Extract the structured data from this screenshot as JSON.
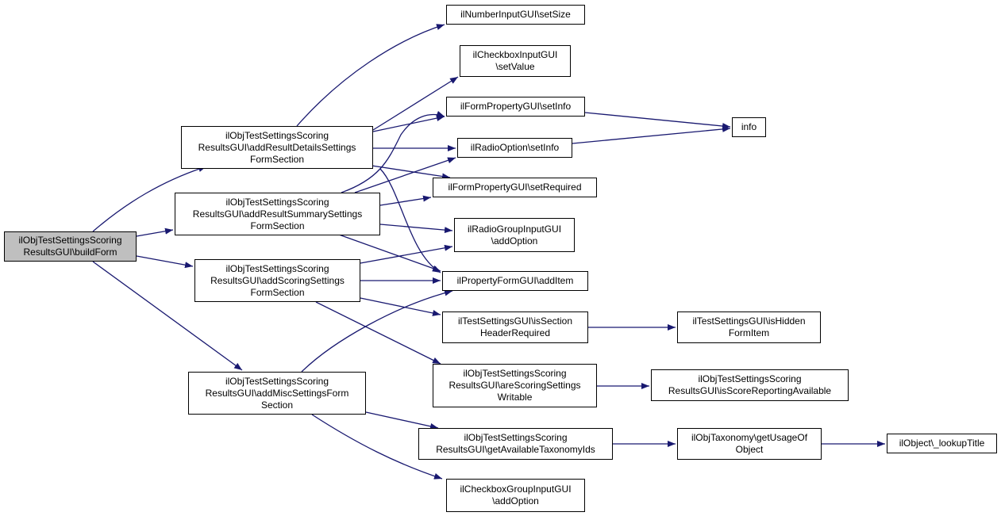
{
  "diagram": {
    "colors": {
      "edge": "#191970",
      "root_fill": "#bfbfbf",
      "node_fill": "#ffffff",
      "border": "#000000"
    },
    "nodes": {
      "buildForm": [
        "ilObjTestSettingsScoring",
        "ResultsGUI\\buildForm"
      ],
      "addResultDetails": [
        "ilObjTestSettingsScoring",
        "ResultsGUI\\addResultDetailsSettings",
        "FormSection"
      ],
      "addResultSummary": [
        "ilObjTestSettingsScoring",
        "ResultsGUI\\addResultSummarySettings",
        "FormSection"
      ],
      "addScoring": [
        "ilObjTestSettingsScoring",
        "ResultsGUI\\addScoringSettings",
        "FormSection"
      ],
      "addMisc": [
        "ilObjTestSettingsScoring",
        "ResultsGUI\\addMiscSettingsForm",
        "Section"
      ],
      "numberSetSize": [
        "ilNumberInputGUI\\setSize"
      ],
      "checkboxSetValue": [
        "ilCheckboxInputGUI",
        "\\setValue"
      ],
      "formPropSetInfo": [
        "ilFormPropertyGUI\\setInfo"
      ],
      "radioOptSetInfo": [
        "ilRadioOption\\setInfo"
      ],
      "formPropSetRequired": [
        "ilFormPropertyGUI\\setRequired"
      ],
      "radioGroupAddOption": [
        "ilRadioGroupInputGUI",
        "\\addOption"
      ],
      "propFormAddItem": [
        "ilPropertyFormGUI\\addItem"
      ],
      "isSectionHeaderRequired": [
        "ilTestSettingsGUI\\isSection",
        "HeaderRequired"
      ],
      "areScoringSettingsWritable": [
        "ilObjTestSettingsScoring",
        "ResultsGUI\\areScoringSettings",
        "Writable"
      ],
      "getAvailableTaxonomyIds": [
        "ilObjTestSettingsScoring",
        "ResultsGUI\\getAvailableTaxonomyIds"
      ],
      "checkboxGroupAddOption": [
        "ilCheckboxGroupInputGUI",
        "\\addOption"
      ],
      "info": [
        "info"
      ],
      "isHiddenFormItem": [
        "ilTestSettingsGUI\\isHidden",
        "FormItem"
      ],
      "isScoreReportingAvailable": [
        "ilObjTestSettingsScoring",
        "ResultsGUI\\isScoreReportingAvailable"
      ],
      "getUsageOfObject": [
        "ilObjTaxonomy\\getUsageOf",
        "Object"
      ],
      "lookupTitle": [
        "ilObject\\_lookupTitle"
      ]
    }
  }
}
